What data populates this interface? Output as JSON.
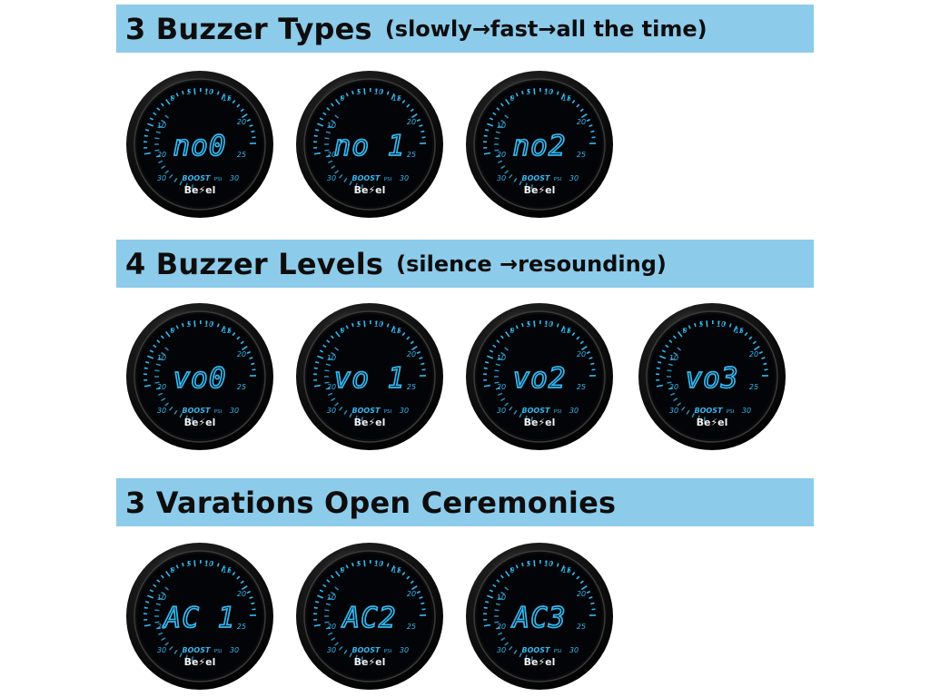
{
  "sections": [
    {
      "title": "3 Buzzer Types",
      "subtitle": "(slowly→fast→all the time)",
      "gauges": [
        {
          "display": "no0"
        },
        {
          "display": "no 1"
        },
        {
          "display": "no2"
        }
      ]
    },
    {
      "title": "4 Buzzer Levels",
      "subtitle": "(silence →resounding)",
      "gauges": [
        {
          "display": "vo0"
        },
        {
          "display": "vo 1"
        },
        {
          "display": "vo2"
        },
        {
          "display": "vo3"
        }
      ]
    },
    {
      "title": "3 Varations Open Ceremonies",
      "subtitle": "",
      "gauges": [
        {
          "display": "AC 1"
        },
        {
          "display": "AC2"
        },
        {
          "display": "AC3"
        }
      ]
    }
  ],
  "gauge_face": {
    "scale_labels": [
      "0",
      "5",
      "10",
      "15",
      "20",
      "25",
      "30",
      "30",
      "20",
      "10"
    ],
    "boost_label": "BOOST",
    "unit_label": "PSI",
    "brand": "Be⚡el"
  },
  "colors": {
    "banner": "#8ccbea",
    "gauge_glow": "#35b8f0",
    "gauge_face": "#020407",
    "brand_red": "#d93030"
  }
}
